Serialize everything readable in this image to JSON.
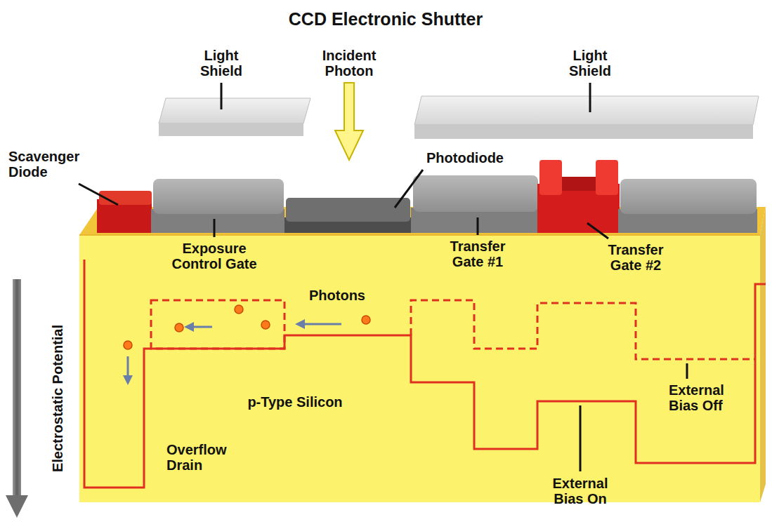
{
  "diagram": {
    "title": "CCD Electronic Shutter",
    "labels": [
      "Light Shield",
      "Incident Photon",
      "Light Shield",
      "Scavenger Diode",
      "Photodiode",
      "Exposure Control Gate",
      "Transfer Gate #1",
      "Transfer Gate #2",
      "Photons",
      "Electrostatic Potential",
      "p-Type Silicon",
      "External Bias Off",
      "Overflow Drain",
      "External Bias On"
    ]
  }
}
